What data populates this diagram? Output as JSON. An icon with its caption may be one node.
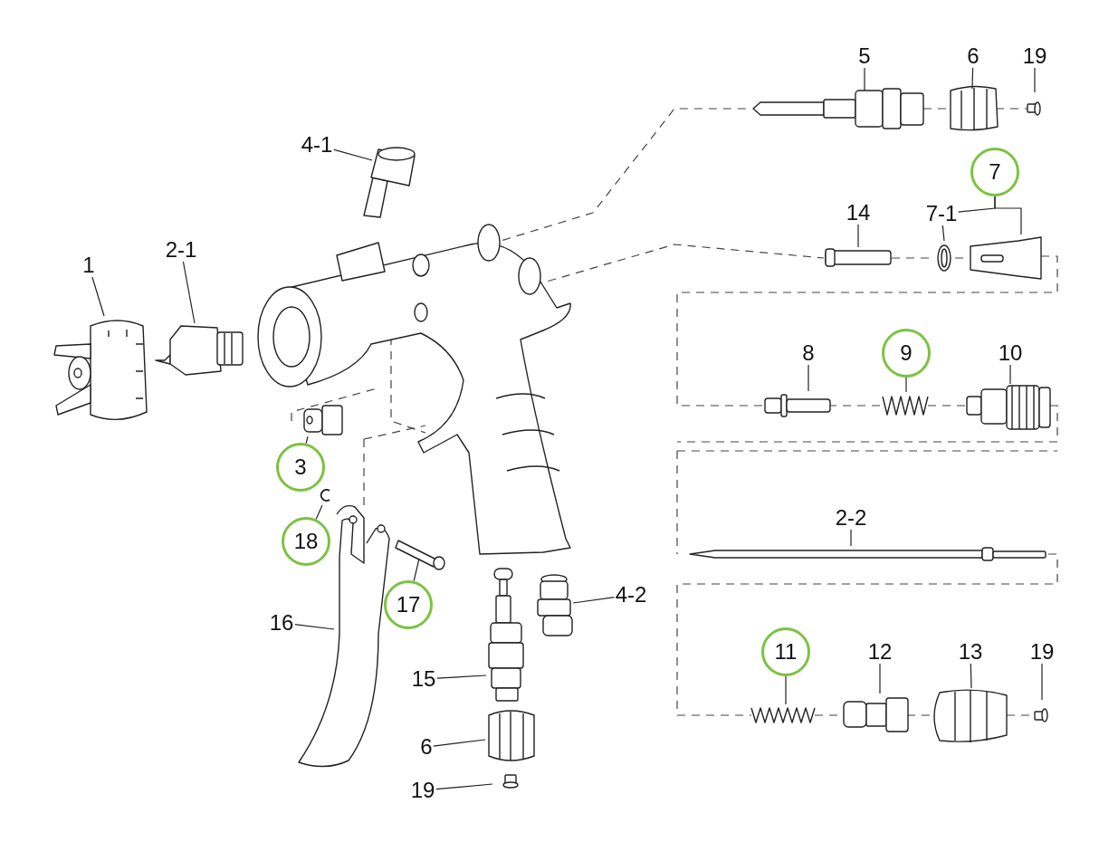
{
  "diagram": {
    "nodes": [
      {
        "text": [
          "5"
        ]
      },
      {
        "text": [
          "6"
        ]
      },
      {
        "text": [
          "19"
        ]
      },
      {
        "text": [
          "4-1"
        ]
      },
      {
        "text": [
          "7"
        ]
      },
      {
        "text": [
          "14"
        ]
      },
      {
        "text": [
          "7-1"
        ]
      },
      {
        "text": [
          "1"
        ]
      },
      {
        "text": [
          "2-1"
        ]
      },
      {
        "text": [
          "8"
        ]
      },
      {
        "text": [
          "9"
        ]
      },
      {
        "text": [
          "10"
        ]
      },
      {
        "text": [
          "3"
        ]
      },
      {
        "text": [
          "2-2"
        ]
      },
      {
        "text": [
          "18"
        ]
      },
      {
        "text": [
          "4-2"
        ]
      },
      {
        "text": [
          "17"
        ]
      },
      {
        "text": [
          "16"
        ]
      },
      {
        "text": [
          "11"
        ]
      },
      {
        "text": [
          "12"
        ]
      },
      {
        "text": [
          "13"
        ]
      },
      {
        "text": [
          "19"
        ]
      },
      {
        "text": [
          "15"
        ]
      },
      {
        "text": [
          "6"
        ]
      },
      {
        "text": [
          "19"
        ]
      }
    ],
    "edges": [
      {
        "from": 0,
        "to": null,
        "arrow": "none"
      },
      {
        "from": 1,
        "to": null,
        "arrow": "none"
      },
      {
        "from": 2,
        "to": null,
        "arrow": "none"
      },
      {
        "from": 3,
        "to": null,
        "arrow": "none"
      },
      {
        "from": 4,
        "to": null,
        "arrow": "none"
      },
      {
        "from": 4,
        "to": 6,
        "arrow": "none"
      },
      {
        "from": 5,
        "to": null,
        "arrow": "none"
      },
      {
        "from": 6,
        "to": null,
        "arrow": "none"
      },
      {
        "from": 7,
        "to": null,
        "arrow": "none"
      },
      {
        "from": 8,
        "to": null,
        "arrow": "none"
      },
      {
        "from": 9,
        "to": null,
        "arrow": "none"
      },
      {
        "from": 10,
        "to": null,
        "arrow": "none"
      },
      {
        "from": 11,
        "to": null,
        "arrow": "none"
      },
      {
        "from": 12,
        "to": null,
        "arrow": "none"
      },
      {
        "from": 13,
        "to": null,
        "arrow": "none"
      },
      {
        "from": 14,
        "to": null,
        "arrow": "none"
      },
      {
        "from": 15,
        "to": null,
        "arrow": "none"
      },
      {
        "from": 16,
        "to": null,
        "arrow": "none"
      },
      {
        "from": 17,
        "to": null,
        "arrow": "none"
      },
      {
        "from": 18,
        "to": null,
        "arrow": "none"
      },
      {
        "from": 19,
        "to": null,
        "arrow": "none"
      },
      {
        "from": 20,
        "to": null,
        "arrow": "none"
      },
      {
        "from": 21,
        "to": null,
        "arrow": "none"
      },
      {
        "from": 22,
        "to": null,
        "arrow": "none"
      },
      {
        "from": 23,
        "to": null,
        "arrow": "none"
      },
      {
        "from": 24,
        "to": null,
        "arrow": "none"
      }
    ]
  }
}
